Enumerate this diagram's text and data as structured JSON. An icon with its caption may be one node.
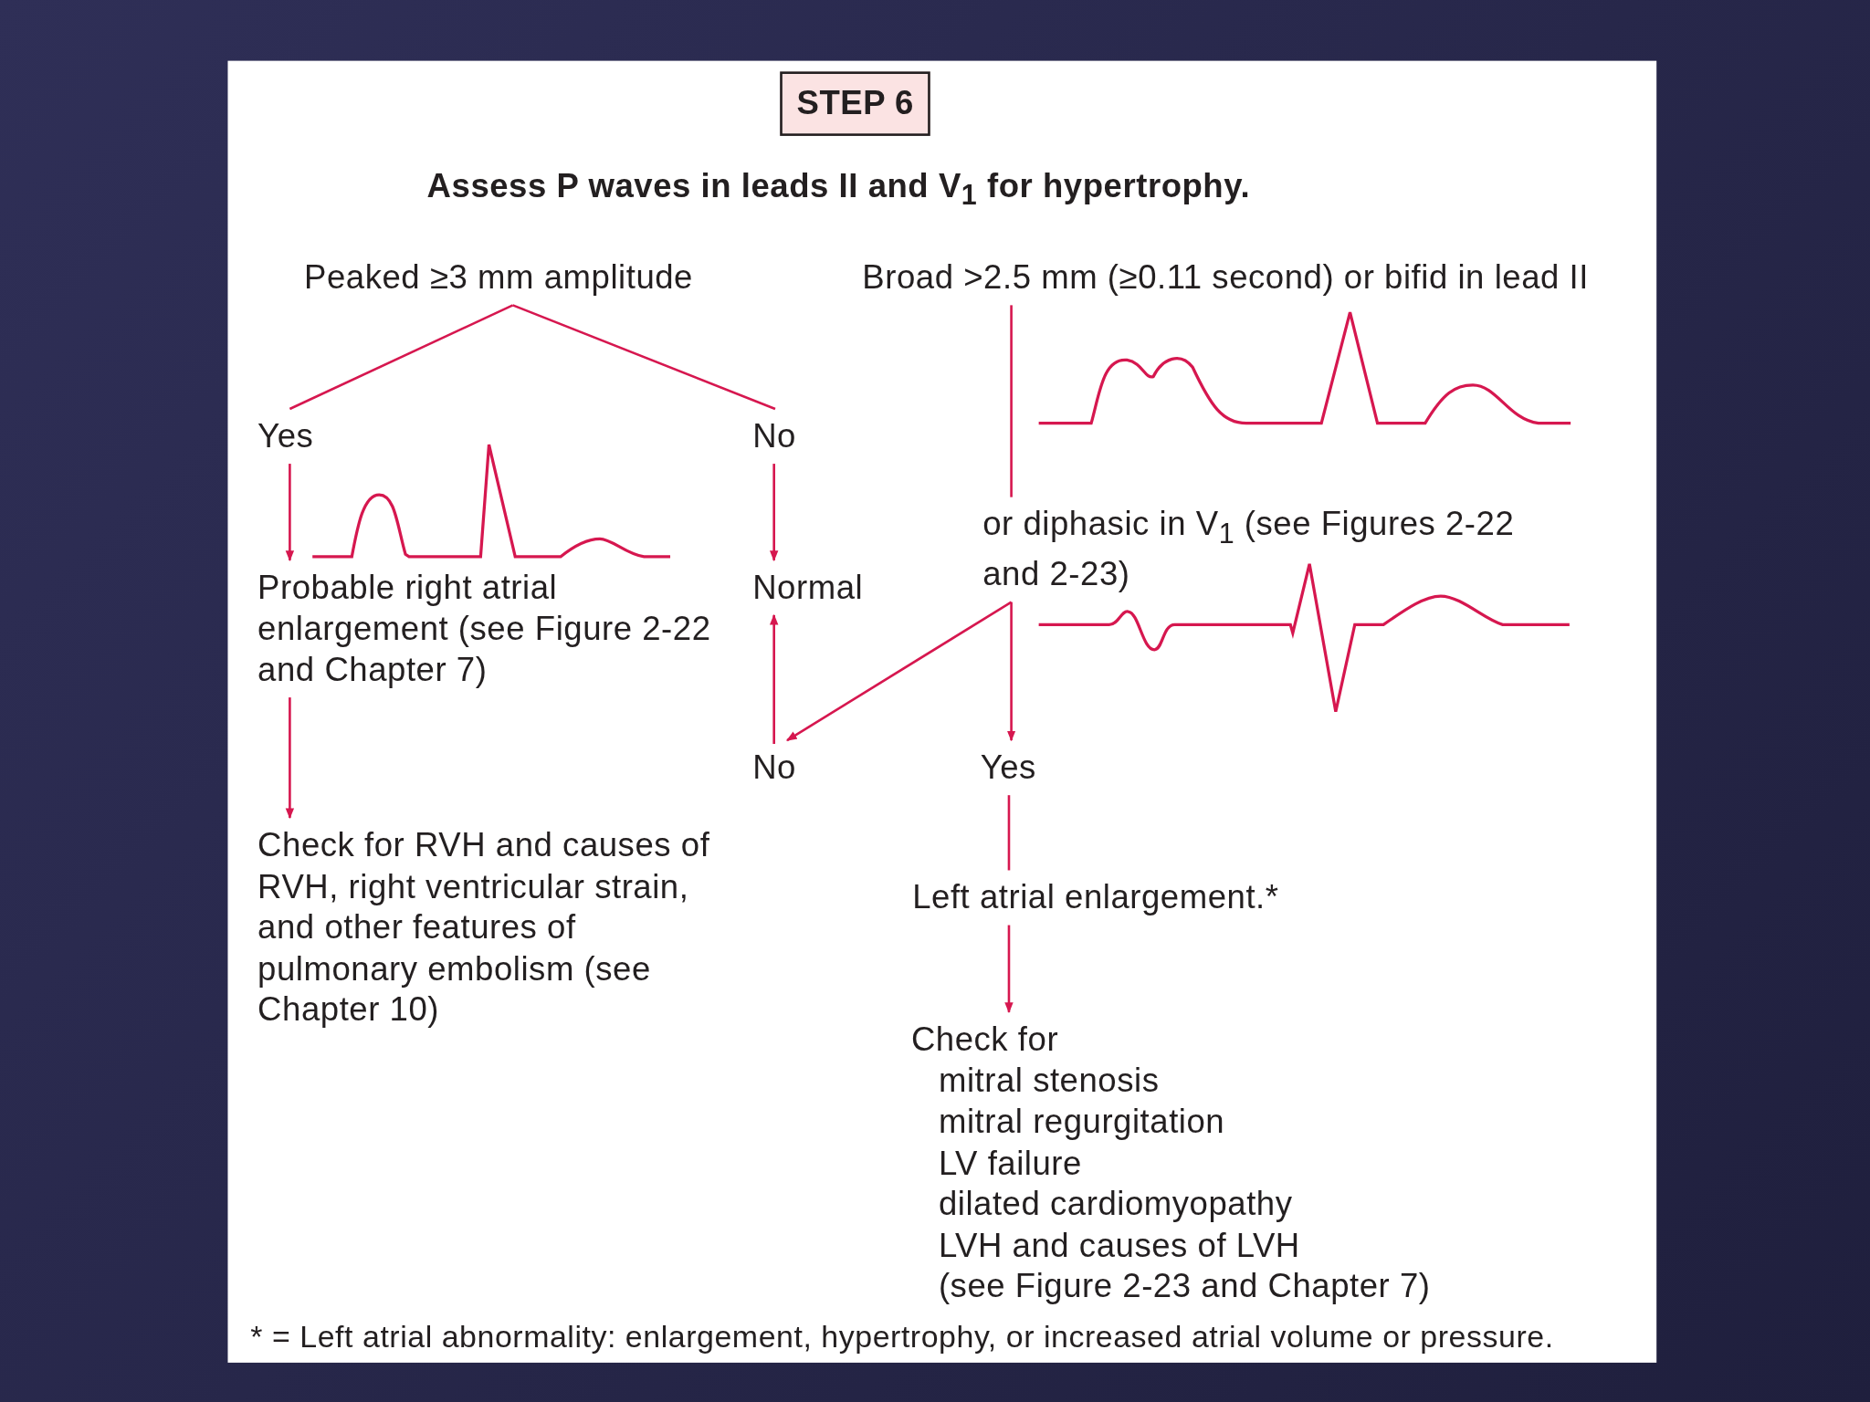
{
  "diagram": {
    "title": "Assess P waves in leads II and V$_{1}$ for hypertrophy.",
    "caption": "* = Left atrial abnormality: enlargement, hypertrophy, or increased atrial volume or pressure.",
    "nodes": [
      {
        "text": [
          "STEP 6"
        ]
      },
      {
        "text": [
          "Peaked ≥3 mm amplitude"
        ]
      },
      {
        "text": [
          "Yes"
        ]
      },
      {
        "text": [
          "No"
        ]
      },
      {
        "text": [
          "Probable right atrial enlargement (see Figure 2-22 and Chapter 7)"
        ]
      },
      {
        "text": [
          "Normal"
        ]
      },
      {
        "text": [
          "Check for RVH and causes of RVH, right ventricular strain, and other features of pulmonary embolism (see Chapter 10)"
        ]
      },
      {
        "text": [
          "Broad >2.5 mm (≥0.11 second) or bifid in lead II"
        ]
      },
      {
        "text": [
          "or diphasic in V$_{1}$ (see Figures 2-22 and 2-23)"
        ]
      },
      {
        "text": [
          "No"
        ]
      },
      {
        "text": [
          "Yes"
        ]
      },
      {
        "text": [
          "Left atrial enlargement.*"
        ]
      },
      {
        "text": [
          "Check for",
          "mitral stenosis",
          "mitral regurgitation",
          "LV failure",
          "dilated cardiomyopathy",
          "LVH and causes of LVH",
          "(see Figure 2-23 and Chapter 7)"
        ]
      }
    ],
    "edges": [
      {
        "from": 1,
        "to": 2,
        "arrow": "none"
      },
      {
        "from": 1,
        "to": 3,
        "arrow": "none"
      },
      {
        "from": 2,
        "to": 4,
        "arrow": "to"
      },
      {
        "from": 3,
        "to": 5,
        "arrow": "to"
      },
      {
        "from": 4,
        "to": 6,
        "arrow": "to"
      },
      {
        "from": 7,
        "to": 8,
        "arrow": "none"
      },
      {
        "from": 8,
        "to": 9,
        "arrow": "to"
      },
      {
        "from": 8,
        "to": 10,
        "arrow": "to"
      },
      {
        "from": 9,
        "to": 5,
        "arrow": "to"
      },
      {
        "from": 10,
        "to": 11,
        "arrow": "none"
      },
      {
        "from": 11,
        "to": 12,
        "arrow": "to"
      }
    ]
  }
}
